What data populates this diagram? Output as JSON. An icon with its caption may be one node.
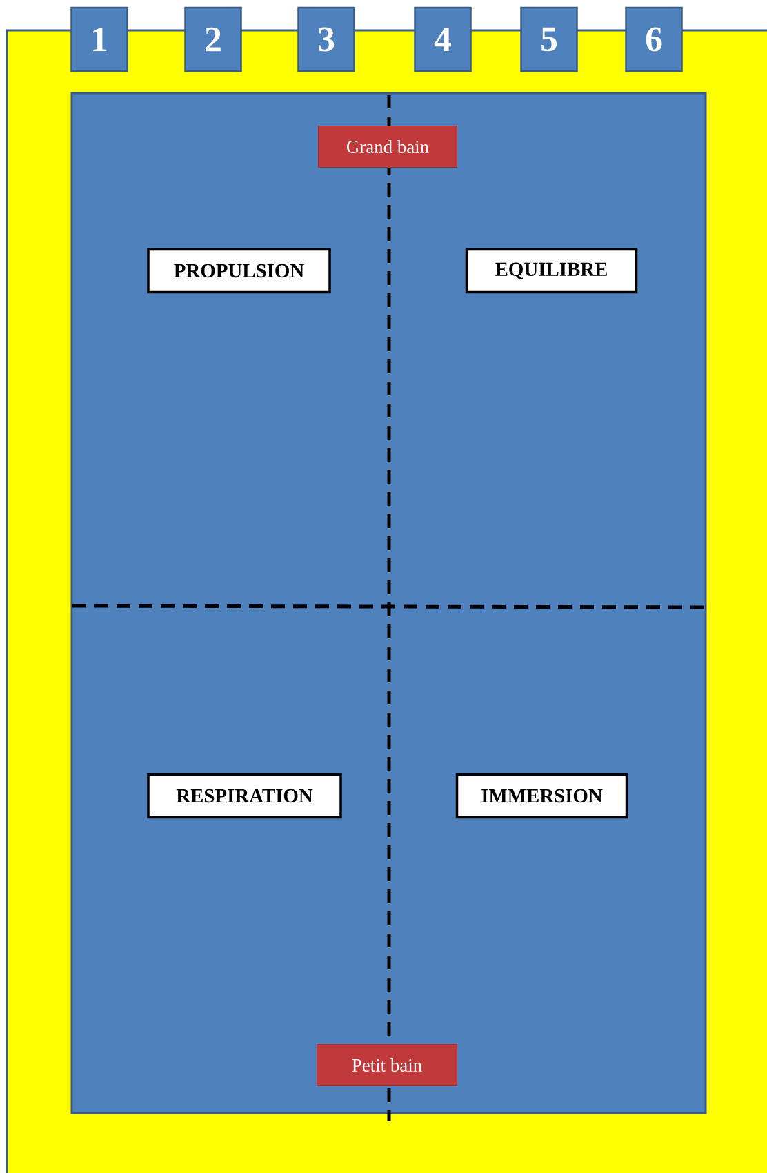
{
  "diagram": {
    "nodes": [
      {
        "text": [
          "1"
        ]
      },
      {
        "text": [
          "2"
        ]
      },
      {
        "text": [
          "3"
        ]
      },
      {
        "text": [
          "4"
        ]
      },
      {
        "text": [
          "5"
        ]
      },
      {
        "text": [
          "6"
        ]
      },
      {
        "text": [],
        "shape": "box"
      },
      {
        "text": [
          "Grand bain"
        ],
        "in": 6
      },
      {
        "text": [
          "PROPULSION"
        ],
        "in": 6
      },
      {
        "text": [
          "EQUILIBRE"
        ],
        "in": 6
      },
      {
        "text": [
          "RESPIRATION"
        ],
        "in": 6
      },
      {
        "text": [
          "IMMERSION"
        ],
        "in": 6
      },
      {
        "text": [
          "Petit bain"
        ],
        "in": 6
      }
    ]
  }
}
